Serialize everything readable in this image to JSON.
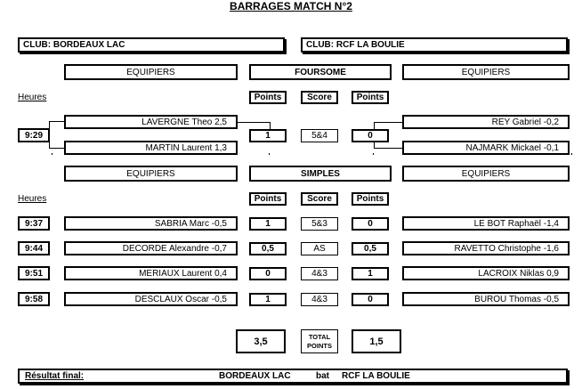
{
  "title": "BARRAGES   MATCH N°2",
  "club_left": "CLUB: BORDEAUX LAC",
  "club_right": "CLUB:  RCF LA BOULIE",
  "foursome": {
    "header_left": "EQUIPIERS",
    "header_mid": "FOURSOME",
    "header_right": "EQUIPIERS",
    "heures_label": "Heures",
    "points_label": "Points",
    "score_label": "Score",
    "time": "9:29",
    "left_players": [
      "LAVERGNE Theo  2,5",
      "MARTIN Laurent  1,3"
    ],
    "right_players": [
      "REY Gabriel  -0,2",
      "NAJMARK Mickael  -0,1"
    ],
    "points_left": "1",
    "score": "5&4",
    "points_right": "0"
  },
  "simples": {
    "header_left": "EQUIPIERS",
    "header_mid": "SIMPLES",
    "header_right": "EQUIPIERS",
    "heures_label": "Heures",
    "points_label": "Points",
    "score_label": "Score",
    "matches": [
      {
        "time": "9:37",
        "left": "SABRIA Marc  -0,5",
        "pl": "1",
        "score": "5&3",
        "pr": "0",
        "right": "LE BOT Raphaël  -1,4"
      },
      {
        "time": "9:44",
        "left": "DECORDE Alexandre  -0,7",
        "pl": "0,5",
        "score": "AS",
        "pr": "0,5",
        "right": "RAVETTO Christophe  -1,6"
      },
      {
        "time": "9:51",
        "left": "MERIAUX Laurent  0,4",
        "pl": "0",
        "score": "4&3",
        "pr": "1",
        "right": "LACROIX Niklas  0,9"
      },
      {
        "time": "9:58",
        "left": "DESCLAUX Oscar  -0,5",
        "pl": "1",
        "score": "4&3",
        "pr": "0",
        "right": "BUROU Thomas  -0,5"
      }
    ]
  },
  "totals": {
    "left": "3,5",
    "label_line1": "TOTAL",
    "label_line2": "POINTS",
    "right": "1,5"
  },
  "final": {
    "label": "Résultat final:",
    "winner": "BORDEAUX LAC",
    "verb": "bat",
    "loser": "RCF LA BOULIE"
  }
}
